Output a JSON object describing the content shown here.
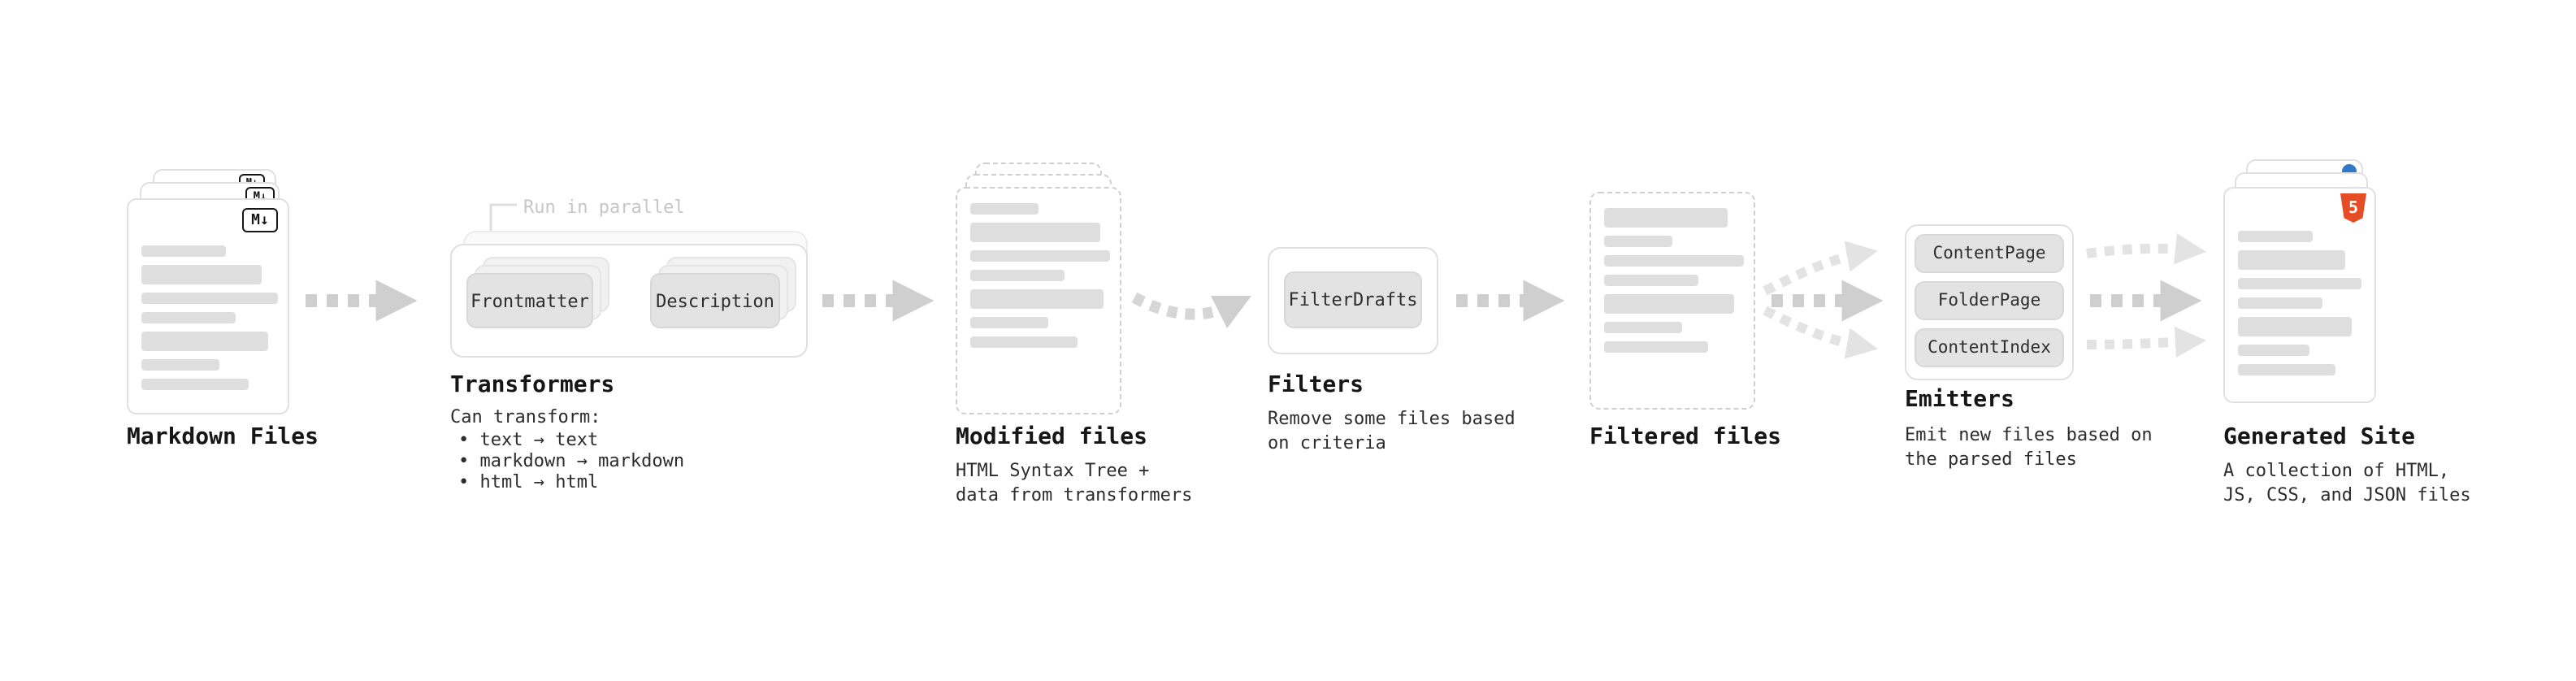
{
  "diagram": {
    "markdown_files": {
      "label": "Markdown Files",
      "icon_text": "M↓"
    },
    "transformers": {
      "label": "Transformers",
      "annotation": "Run in parallel",
      "nodes": [
        "Frontmatter",
        "Description"
      ],
      "caption_title": "Can transform:",
      "bullets": [
        "• text → text",
        "• markdown → markdown",
        "• html → html"
      ]
    },
    "modified_files": {
      "label": "Modified files",
      "caption": "HTML Syntax Tree + data from transformers"
    },
    "filters": {
      "label": "Filters",
      "nodes": [
        "FilterDrafts"
      ],
      "caption": "Remove some files based on criteria"
    },
    "filtered_files": {
      "label": "Filtered files"
    },
    "emitters": {
      "label": "Emitters",
      "nodes": [
        "ContentPage",
        "FolderPage",
        "ContentIndex"
      ],
      "caption": "Emit new files based on the parsed files"
    },
    "generated_site": {
      "label": "Generated Site",
      "caption": "A collection of HTML, JS, CSS, and JSON files",
      "icon_text": "5"
    }
  },
  "colors": {
    "arrow": "#cfcfcf",
    "arrow_light": "#e3e3e3",
    "node_fill": "#e3e3e3",
    "html5_orange": "#e44d26",
    "badge_blue": "#3178c6"
  }
}
